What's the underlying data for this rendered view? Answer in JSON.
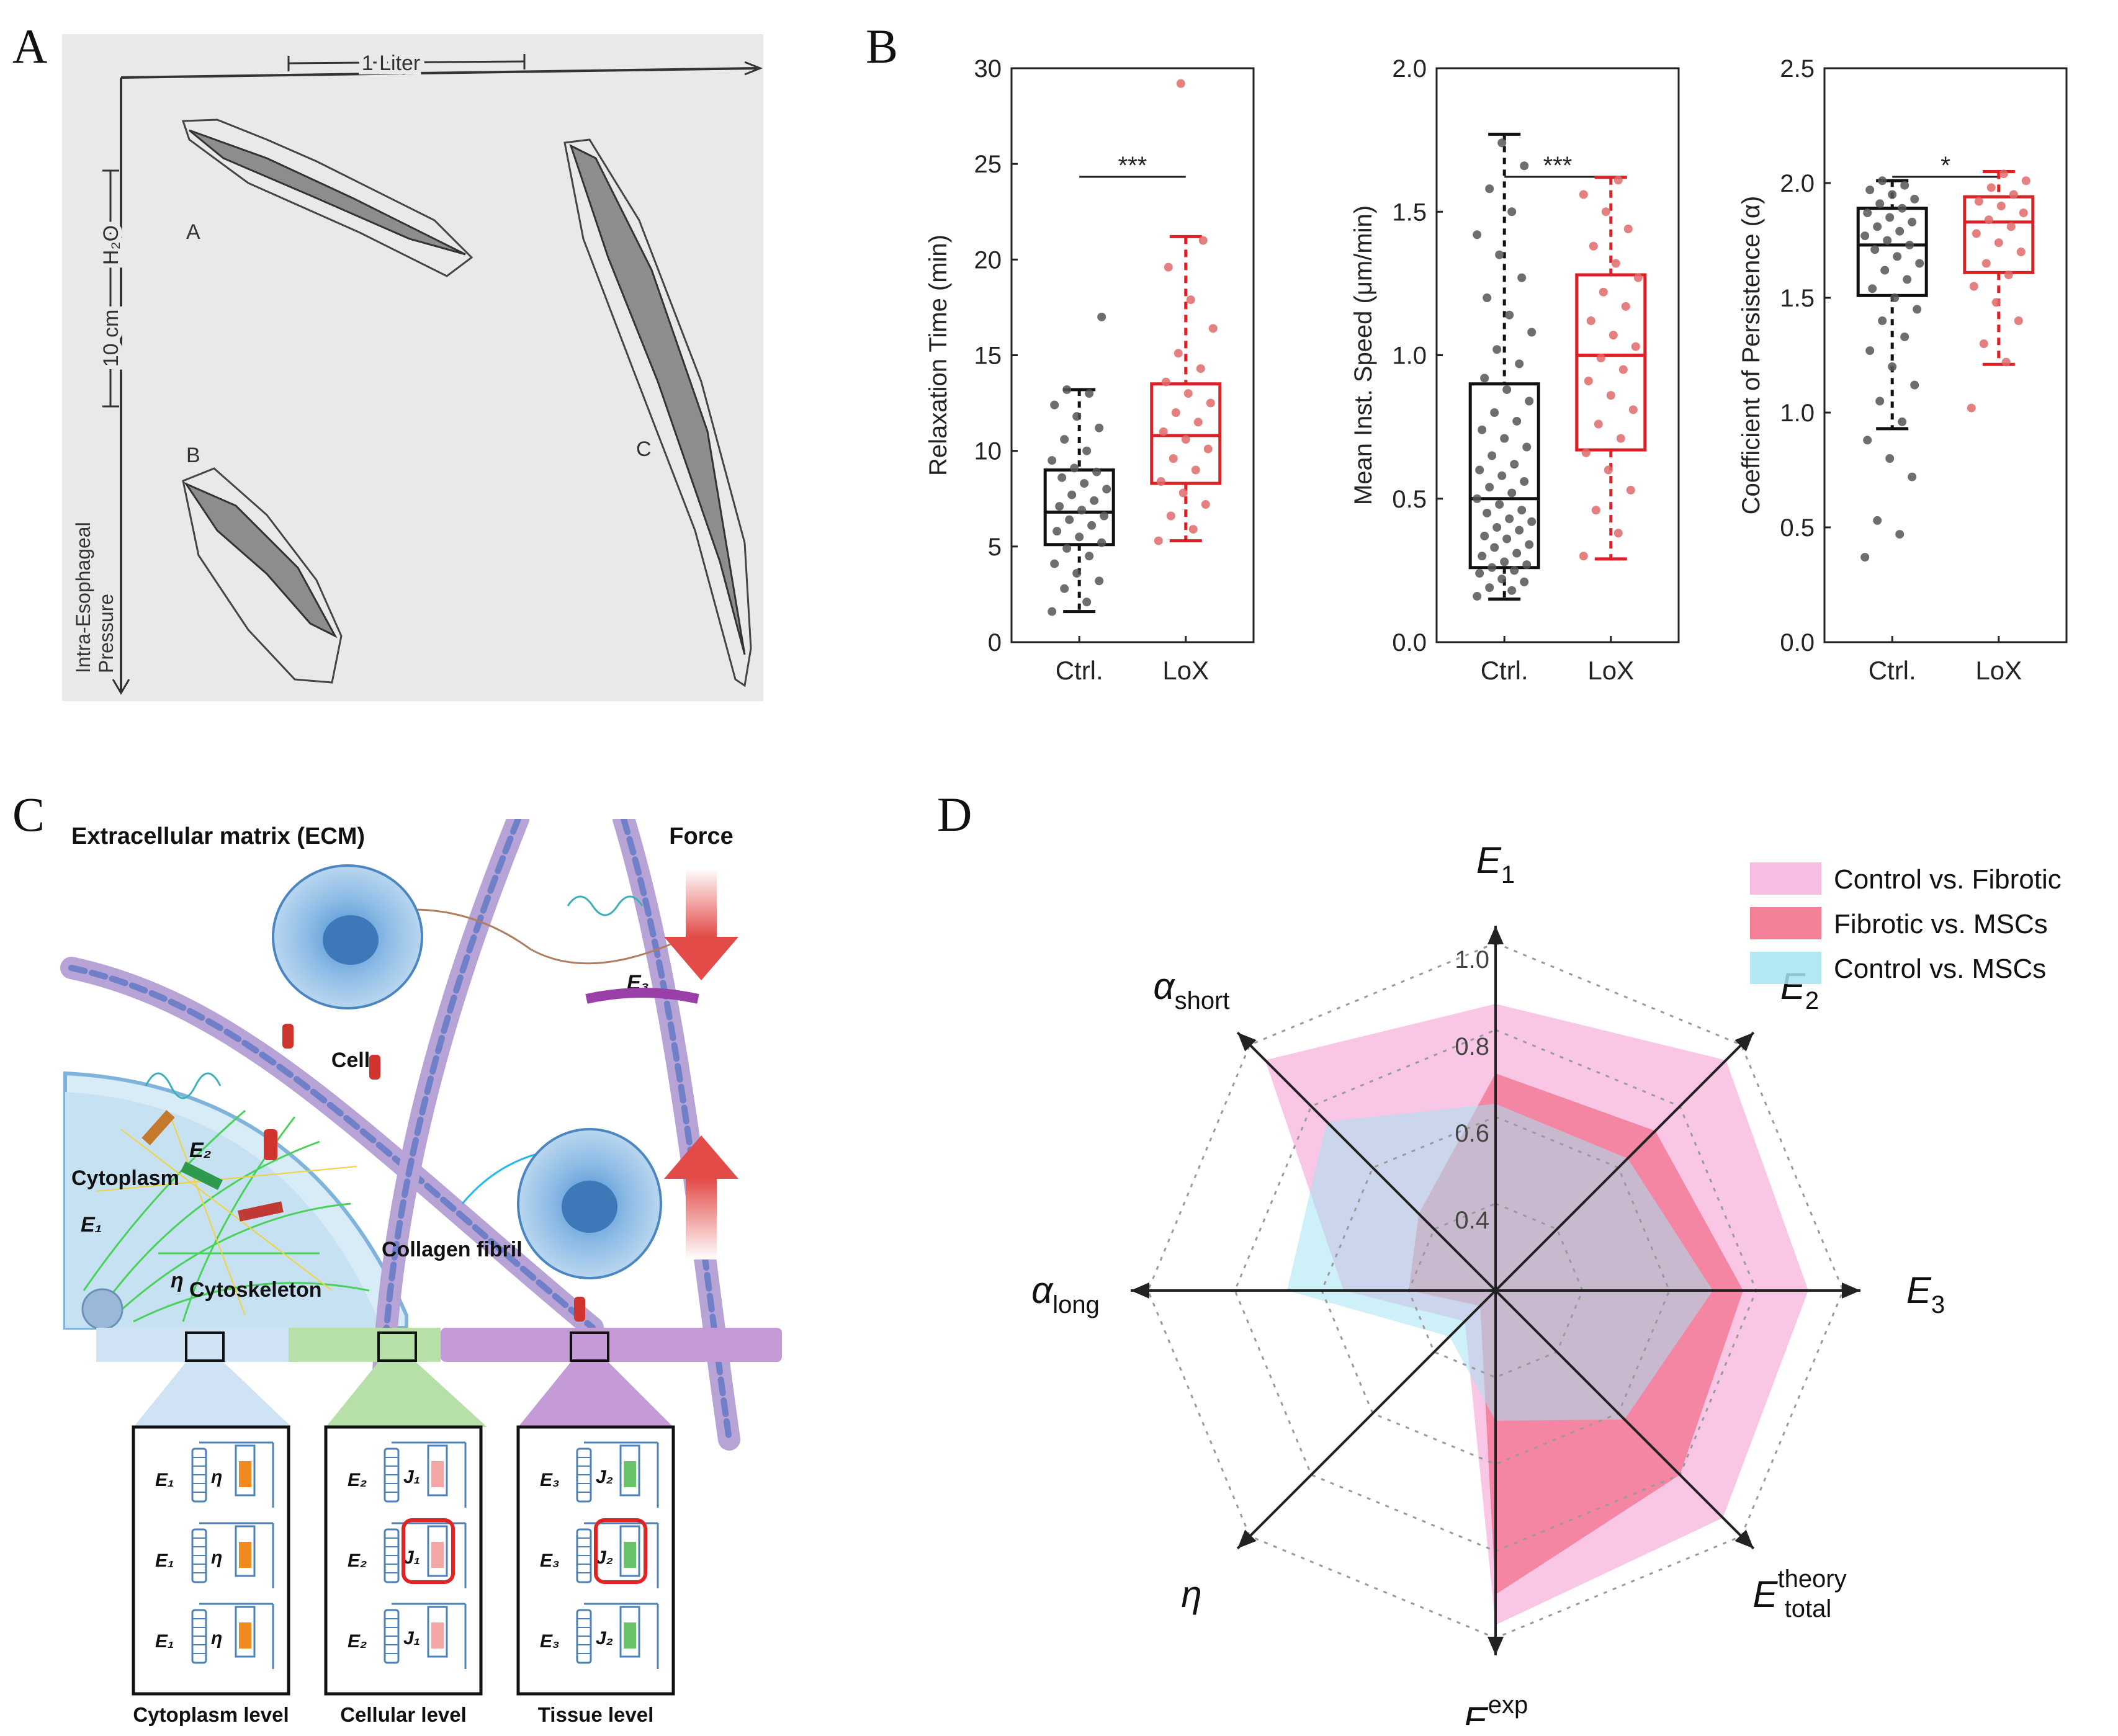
{
  "panel_labels": [
    "A",
    "B",
    "C",
    "D"
  ],
  "panel_a": {
    "scale_x": "1 Liter",
    "scale_y_units": "H₂O",
    "scale_y_value": "10 cm",
    "y_axis_label_line1": "Intra-Esophageal",
    "y_axis_label_line2": "Pressure",
    "loop_labels": [
      "A",
      "B",
      "C"
    ]
  },
  "chart_data": [
    {
      "type": "box",
      "ylabel": "Relaxation Time (min)",
      "ylim": [
        0,
        30
      ],
      "yticks": [
        0,
        5,
        10,
        15,
        20,
        25,
        30
      ],
      "categories": [
        "Ctrl.",
        "LoX"
      ],
      "significance": "***",
      "series": [
        {
          "name": "Ctrl.",
          "color": "#111111",
          "point_color": "#555555",
          "min": 1.6,
          "q1": 5.1,
          "median": 6.8,
          "q3": 9.0,
          "max": 13.2,
          "points": [
            1.6,
            2.1,
            2.8,
            3.2,
            3.6,
            4.1,
            4.5,
            4.9,
            5.2,
            5.5,
            5.8,
            6.1,
            6.4,
            6.6,
            6.9,
            7.1,
            7.4,
            7.7,
            8.0,
            8.3,
            8.6,
            8.9,
            9.1,
            9.5,
            10.0,
            10.6,
            11.2,
            11.8,
            12.4,
            13.0,
            13.2,
            17.0
          ]
        },
        {
          "name": "LoX",
          "color": "#dd1f26",
          "point_color": "#e06a6a",
          "min": 5.3,
          "q1": 8.3,
          "median": 10.8,
          "q3": 13.5,
          "max": 21.2,
          "points": [
            5.3,
            5.9,
            6.6,
            7.2,
            7.8,
            8.4,
            9.0,
            9.6,
            10.1,
            10.6,
            11.0,
            11.5,
            12.0,
            12.5,
            13.0,
            13.6,
            14.3,
            15.1,
            16.4,
            17.9,
            19.6,
            21.0,
            29.2
          ]
        }
      ]
    },
    {
      "type": "box",
      "ylabel": "Mean Inst. Speed (μm/min)",
      "ylim": [
        0,
        2.0
      ],
      "yticks": [
        0.0,
        0.5,
        1.0,
        1.5,
        2.0
      ],
      "categories": [
        "Ctrl.",
        "LoX"
      ],
      "significance": "***",
      "series": [
        {
          "name": "Ctrl.",
          "color": "#111111",
          "point_color": "#555555",
          "min": 0.15,
          "q1": 0.26,
          "median": 0.5,
          "q3": 0.9,
          "max": 1.77,
          "points": [
            0.16,
            0.18,
            0.19,
            0.21,
            0.22,
            0.24,
            0.25,
            0.26,
            0.27,
            0.28,
            0.3,
            0.31,
            0.33,
            0.34,
            0.36,
            0.37,
            0.39,
            0.4,
            0.42,
            0.43,
            0.45,
            0.46,
            0.48,
            0.5,
            0.52,
            0.54,
            0.56,
            0.58,
            0.6,
            0.62,
            0.65,
            0.68,
            0.71,
            0.74,
            0.77,
            0.8,
            0.84,
            0.88,
            0.92,
            0.97,
            1.02,
            1.08,
            1.14,
            1.2,
            1.27,
            1.35,
            1.42,
            1.5,
            1.58,
            1.66,
            1.74
          ]
        },
        {
          "name": "LoX",
          "color": "#dd1f26",
          "point_color": "#e06a6a",
          "min": 0.29,
          "q1": 0.67,
          "median": 1.0,
          "q3": 1.28,
          "max": 1.62,
          "points": [
            0.3,
            0.38,
            0.46,
            0.53,
            0.6,
            0.66,
            0.71,
            0.76,
            0.81,
            0.86,
            0.91,
            0.95,
            0.99,
            1.03,
            1.07,
            1.12,
            1.17,
            1.22,
            1.27,
            1.32,
            1.38,
            1.44,
            1.5,
            1.56,
            1.61
          ]
        }
      ]
    },
    {
      "type": "box",
      "ylabel": "Coefficient of Persistence (α)",
      "ylim": [
        0,
        2.5
      ],
      "yticks": [
        0.0,
        0.5,
        1.0,
        1.5,
        2.0,
        2.5
      ],
      "categories": [
        "Ctrl.",
        "LoX"
      ],
      "significance": "*",
      "series": [
        {
          "name": "Ctrl.",
          "color": "#111111",
          "point_color": "#555555",
          "min": 0.93,
          "q1": 1.51,
          "median": 1.73,
          "q3": 1.89,
          "max": 2.01,
          "points": [
            0.37,
            0.47,
            0.53,
            0.72,
            0.8,
            0.88,
            0.96,
            1.05,
            1.12,
            1.2,
            1.27,
            1.33,
            1.4,
            1.45,
            1.5,
            1.54,
            1.58,
            1.62,
            1.65,
            1.68,
            1.71,
            1.73,
            1.75,
            1.77,
            1.79,
            1.81,
            1.83,
            1.85,
            1.87,
            1.89,
            1.91,
            1.93,
            1.95,
            1.97,
            1.99,
            2.01
          ]
        },
        {
          "name": "LoX",
          "color": "#dd1f26",
          "point_color": "#e06a6a",
          "min": 1.21,
          "q1": 1.61,
          "median": 1.83,
          "q3": 1.94,
          "max": 2.05,
          "points": [
            1.02,
            1.22,
            1.3,
            1.4,
            1.48,
            1.55,
            1.6,
            1.65,
            1.7,
            1.74,
            1.78,
            1.81,
            1.84,
            1.87,
            1.9,
            1.92,
            1.95,
            1.98,
            2.01,
            2.04
          ]
        }
      ]
    },
    {
      "type": "radar",
      "axes": [
        "E₁",
        "E₂",
        "E₃",
        "E_total^theory",
        "E_total^exp",
        "η",
        "α_long",
        "α_short"
      ],
      "axis_label_parts": [
        {
          "main": "E",
          "sub": "1",
          "sup": ""
        },
        {
          "main": "E",
          "sub": "2",
          "sup": ""
        },
        {
          "main": "E",
          "sub": "3",
          "sup": ""
        },
        {
          "main": "E",
          "sub": "total",
          "sup": "theory"
        },
        {
          "main": "E",
          "sub": "total",
          "sup": "exp"
        },
        {
          "main": "η",
          "sub": "",
          "sup": ""
        },
        {
          "main": "α",
          "sub": "long",
          "sup": ""
        },
        {
          "main": "α",
          "sub": "short",
          "sup": ""
        }
      ],
      "rlim": [
        0.2,
        1.0
      ],
      "rings": [
        0.4,
        0.6,
        0.8,
        1.0
      ],
      "ring_labels": [
        "0.4",
        "0.6",
        "0.8",
        "1.0"
      ],
      "series": [
        {
          "name": "Control vs. Fibrotic",
          "color": "#f7b3dd",
          "values": [
            0.86,
            0.95,
            0.92,
            0.94,
            0.97,
            0.3,
            0.55,
            0.95
          ]
        },
        {
          "name": "Fibrotic vs. MSCs",
          "color": "#f26a86",
          "values": [
            0.7,
            0.72,
            0.77,
            0.8,
            0.9,
            0.25,
            0.4,
            0.45
          ]
        },
        {
          "name": "Control vs. MSCs",
          "color": "#a6e3f2",
          "values": [
            0.63,
            0.63,
            0.7,
            0.62,
            0.5,
            0.35,
            0.68,
            0.75
          ]
        }
      ]
    }
  ],
  "panel_c": {
    "title": "Extracellular matrix (ECM)",
    "force": "Force",
    "labels": {
      "cell": "Cell",
      "cytoplasm": "Cytoplasm",
      "cytoskeleton": "Cytoskeleton",
      "collagen": "Collagen fibril",
      "e1": "E₁",
      "e2": "E₂",
      "e3": "E₃",
      "eta": "η"
    },
    "scale_bar_colors": [
      "#cfe3f5",
      "#b7e0a8",
      "#c49bd6"
    ],
    "models": [
      {
        "caption": "Cytoplasm level",
        "spring": "E₁",
        "dashpot": "η",
        "accent": "#f08a1e",
        "rows": 3
      },
      {
        "caption": "Cellular level",
        "spring": "E₂",
        "dashpot": "J₁",
        "accent": "#f4a6a6",
        "rows": 3
      },
      {
        "caption": "Tissue level",
        "spring": "E₃",
        "dashpot": "J₂",
        "accent": "#69c36a",
        "rows": 3
      }
    ]
  }
}
